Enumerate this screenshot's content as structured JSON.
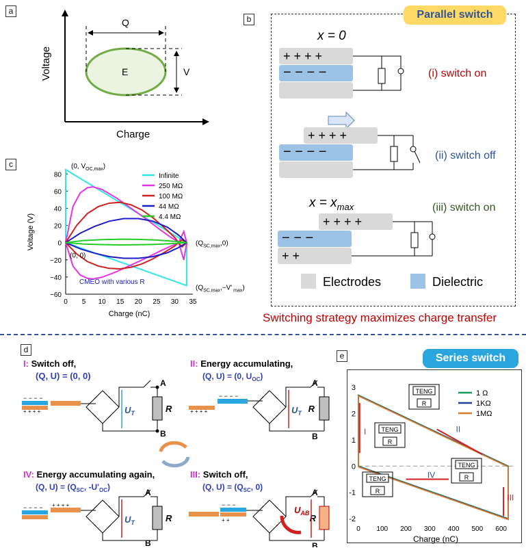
{
  "panels": {
    "a": "a",
    "b": "b",
    "c": "c",
    "d": "d",
    "e": "e"
  },
  "panel_a": {
    "xlabel": "Charge",
    "ylabel": "Voltage",
    "q": "Q",
    "v": "V",
    "e": "E"
  },
  "panel_b": {
    "badge": "Parallel switch",
    "x0": "x = 0",
    "xmax": "x = x",
    "xmax_sub": "max",
    "states": [
      "(i) switch on",
      "(ii) switch off",
      "(iii) switch on"
    ],
    "legend_electrodes": "Electrodes",
    "legend_dielectric": "Dielectric",
    "caption": "Switching strategy maximizes charge transfer",
    "colors": {
      "electrode": "#d9d9d9",
      "dielectric": "#9cc3e5",
      "s1": "#c00000",
      "s2": "#2f5597",
      "s3": "#375623",
      "badge": "#ffd966"
    }
  },
  "panel_c": {
    "xlabel": "Charge (nC)",
    "ylabel": "Voltage (V)",
    "annot_top": "(0, V",
    "annot_top_sub": "OC,max",
    "annot_top_end": ")",
    "annot_origin": "(0, 0)",
    "annot_qsc": "(Q",
    "annot_qsc_sub": "SC,max",
    "annot_qsc_end": ",0)",
    "annot_bottom": "(Q",
    "annot_bottom_sub": "SC,max",
    "annot_bottom_mid": ",−V'",
    "annot_bottom_sub2": " max",
    "annot_bottom_end": ")",
    "cmeo": "CMEO with various R",
    "yticks": [
      "80",
      "60",
      "40",
      "20",
      "0",
      "−20",
      "−40",
      "−60"
    ],
    "xticks": [
      "0",
      "5",
      "10",
      "15",
      "20",
      "25",
      "30",
      "35"
    ]
  },
  "panel_d": {
    "s1_title": "Switch off,",
    "s1_roman": "I:",
    "s1_eq": "(Q, U) = (0, 0)",
    "s2_roman": "II:",
    "s2_title": "Energy accumulating,",
    "s2_eq": "(Q, U) = (0, U",
    "s2_eq_sub": "OC",
    "s2_eq_end": ")",
    "s3_roman": "III:",
    "s3_title": "Switch off,",
    "s3_eq": "(Q, U) = (Q",
    "s3_eq_sub": "SC",
    "s3_eq_end": ", 0)",
    "s4_roman": "IV:",
    "s4_title": "Energy accumulating again,",
    "s4_eq": "(Q, U) = (Q",
    "s4_eq_sub": "SC",
    "s4_eq_mid": ", -U'",
    "s4_eq_sub2": "OC",
    "s4_eq_end": ")",
    "ut": "U",
    "ut_sub": "T",
    "uab": "U",
    "uab_sub": "AB",
    "a": "A",
    "b": "B",
    "r": "R",
    "minus4": "− − − −",
    "plus4": "+ + + +",
    "minus3": "− − −",
    "plus2": "+ +"
  },
  "panel_e": {
    "badge": "Series switch",
    "xlabel": "Charge (nC)",
    "teng": "TENG",
    "r": "R",
    "roman": [
      "I",
      "II",
      "III",
      "IV"
    ],
    "yticks": [
      "3",
      "2",
      "1",
      "0",
      "-1",
      "-2"
    ],
    "xticks": [
      "0",
      "100",
      "200",
      "300",
      "400",
      "500",
      "600"
    ]
  },
  "chart_data": [
    {
      "type": "line",
      "xlabel": "Charge (nC)",
      "ylabel": "Voltage (V)",
      "xlim": [
        0,
        35
      ],
      "ylim": [
        -60,
        85
      ],
      "series": [
        {
          "name": "Infinite",
          "color": "#33e6e6",
          "x": [
            0,
            0,
            33.3,
            33.3,
            0
          ],
          "y": [
            0,
            85,
            0,
            -50,
            0
          ]
        },
        {
          "name": "250 MΩ",
          "color": "#e633e6",
          "x": [
            0,
            2,
            4,
            6,
            7.5,
            10,
            14,
            18,
            22,
            26,
            29,
            31,
            32.5,
            33.3
          ],
          "y": [
            0,
            42,
            58,
            64,
            65,
            62,
            52,
            40,
            28,
            15,
            6,
            1,
            -20,
            0
          ]
        },
        {
          "name": "100 MΩ",
          "color": "#d02020",
          "x": [
            0,
            3,
            6,
            9,
            12,
            15,
            18,
            21,
            24,
            27,
            30,
            32,
            33.3
          ],
          "y": [
            0,
            20,
            34,
            42,
            46,
            47,
            44,
            38,
            29,
            18,
            6,
            -5,
            0
          ]
        },
        {
          "name": "44 MΩ",
          "color": "#1d1dc8",
          "x": [
            0,
            4,
            8,
            12,
            16,
            20,
            24,
            28,
            31,
            33.3
          ],
          "y": [
            0,
            11,
            19,
            25,
            28,
            28,
            25,
            18,
            9,
            0
          ]
        },
        {
          "name": "4.4 MΩ",
          "color": "#26cc26",
          "x": [
            0,
            5,
            10,
            15,
            20,
            25,
            30,
            33.3
          ],
          "y": [
            0,
            2.5,
            3.5,
            4,
            3.8,
            3,
            1.5,
            0
          ]
        }
      ],
      "legend": [
        "Infinite",
        "250 MΩ",
        "100 MΩ",
        "44 MΩ",
        "4.4 MΩ"
      ]
    },
    {
      "type": "line",
      "xlabel": "Charge (nC)",
      "ylabel": "",
      "xlim": [
        0,
        650
      ],
      "ylim": [
        -2.1,
        3
      ],
      "series": [
        {
          "name": "1 Ω",
          "color": "#13a05a",
          "x": [
            0,
            0,
            630,
            630,
            0
          ],
          "y": [
            0,
            2.7,
            0,
            -2,
            0
          ]
        },
        {
          "name": "1KΩ",
          "color": "#1f3f9b",
          "x": [
            0,
            0,
            630,
            630,
            0
          ],
          "y": [
            0,
            2.7,
            0,
            -2,
            0
          ]
        },
        {
          "name": "1MΩ",
          "color": "#d97a2b",
          "x": [
            0,
            0,
            630,
            630,
            0
          ],
          "y": [
            0,
            2.7,
            0,
            -2,
            0
          ]
        }
      ],
      "legend": [
        "1 Ω",
        "1KΩ",
        "1MΩ"
      ]
    }
  ]
}
